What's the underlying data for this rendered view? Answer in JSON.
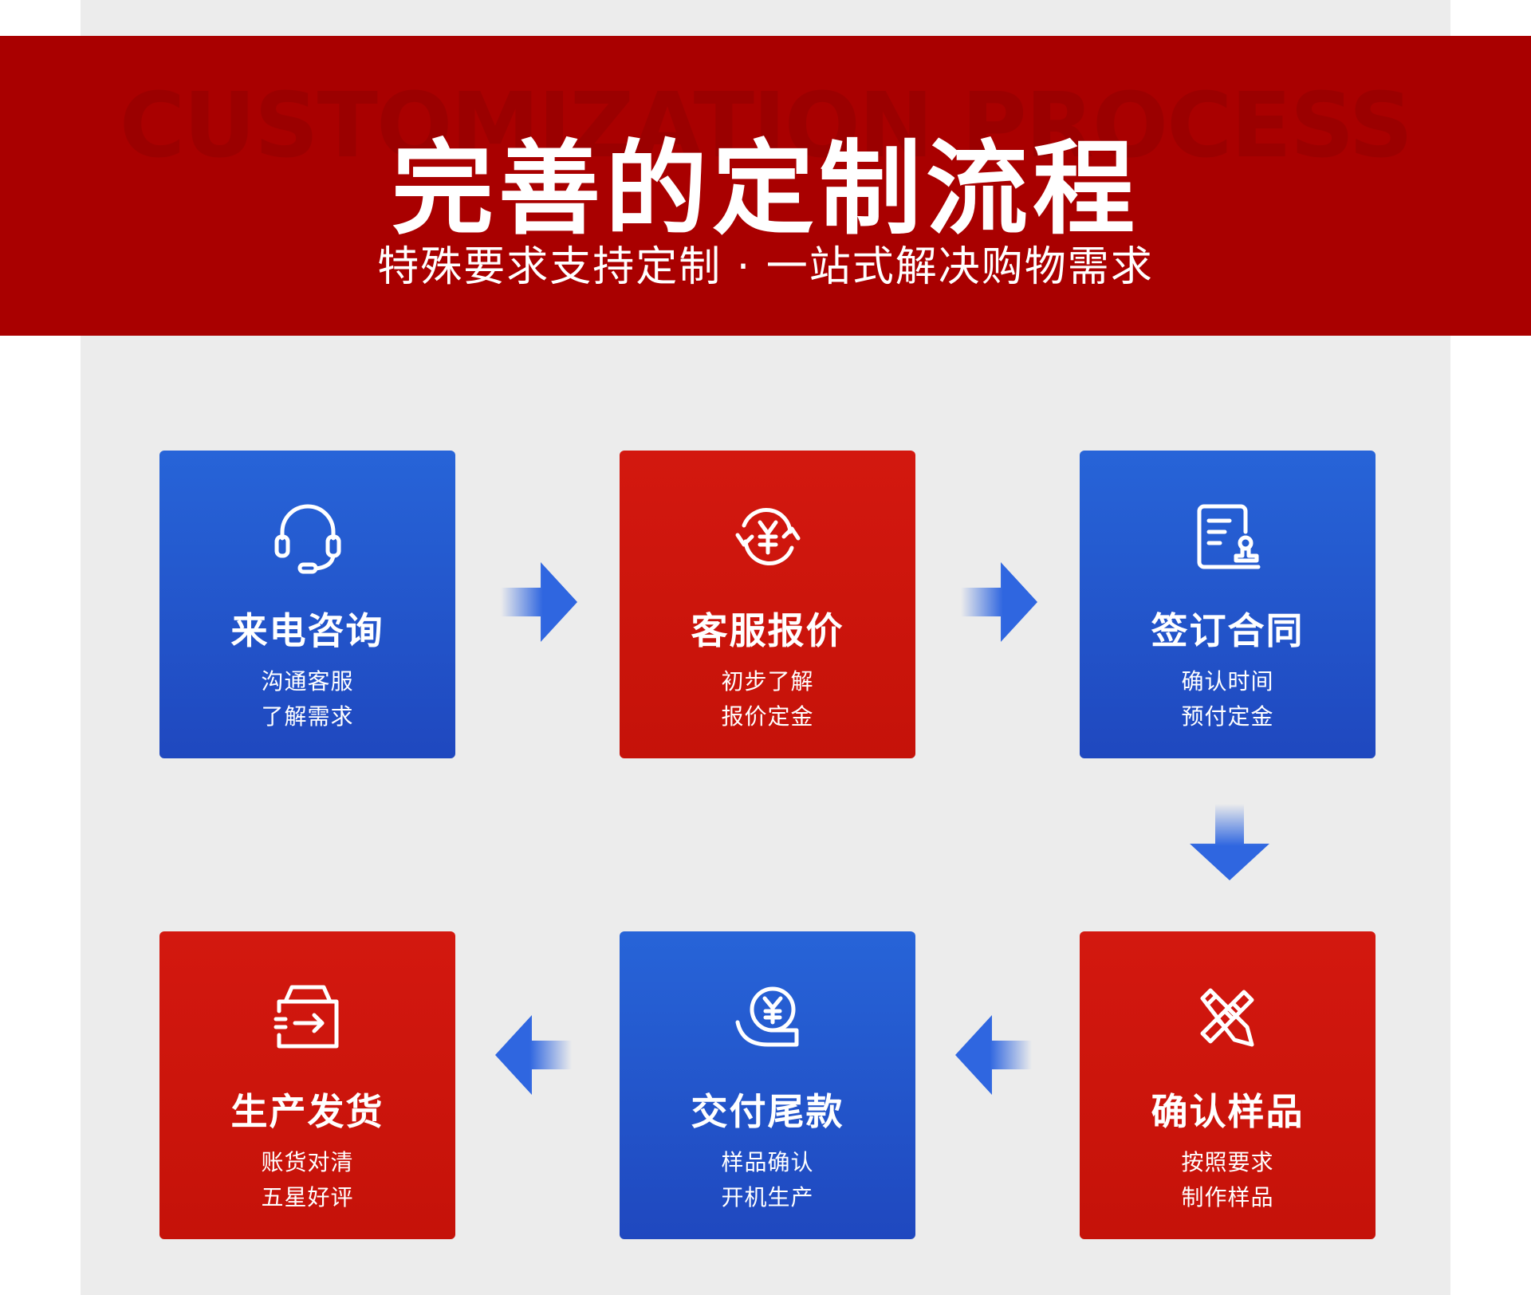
{
  "header": {
    "watermark": "CUSTOMIZATION PROCESS",
    "title": "完善的定制流程",
    "subtitle": "特殊要求支持定制 · 一站式解决购物需求"
  },
  "steps": [
    {
      "title": "来电咨询",
      "desc1": "沟通客服",
      "desc2": "了解需求",
      "icon": "headset-icon",
      "color": "blue"
    },
    {
      "title": "客服报价",
      "desc1": "初步了解",
      "desc2": "报价定金",
      "icon": "yuan-exchange-icon",
      "color": "red"
    },
    {
      "title": "签订合同",
      "desc1": "确认时间",
      "desc2": "预付定金",
      "icon": "contract-stamp-icon",
      "color": "blue"
    },
    {
      "title": "确认样品",
      "desc1": "按照要求",
      "desc2": "制作样品",
      "icon": "pencil-ruler-icon",
      "color": "red"
    },
    {
      "title": "交付尾款",
      "desc1": "样品确认",
      "desc2": "开机生产",
      "icon": "yuan-hand-icon",
      "color": "blue"
    },
    {
      "title": "生产发货",
      "desc1": "账货对清",
      "desc2": "五星好评",
      "icon": "shipping-box-icon",
      "color": "red"
    }
  ],
  "colors": {
    "banner": "#a90000",
    "panel": "#ececec",
    "blue_card": "#2459d0",
    "red_card": "#cd150c",
    "arrow": "#2f66e0"
  }
}
